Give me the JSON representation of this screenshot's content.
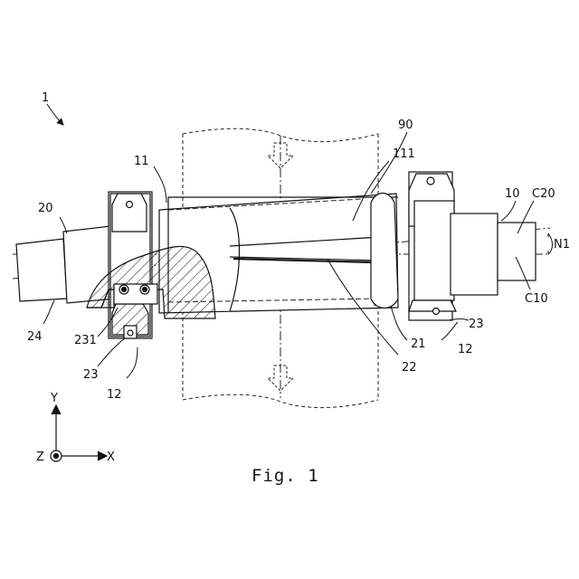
{
  "figure": {
    "caption": "Fig. 1",
    "labels": {
      "assembly": "1",
      "film": "90",
      "roll": "111",
      "roll_body": "11",
      "shaft_left": "20",
      "shaft_right": "10",
      "axis_c20": "C20",
      "axis_c10": "C10",
      "angle": "N1",
      "end_left": "24",
      "seal": "231",
      "bearing_left": "23",
      "support_left": "12",
      "shaft_inner": "21",
      "core": "22",
      "bearing_right": "23",
      "support_right": "12"
    },
    "axes": {
      "y": "Y",
      "z": "Z",
      "x": "X"
    }
  }
}
